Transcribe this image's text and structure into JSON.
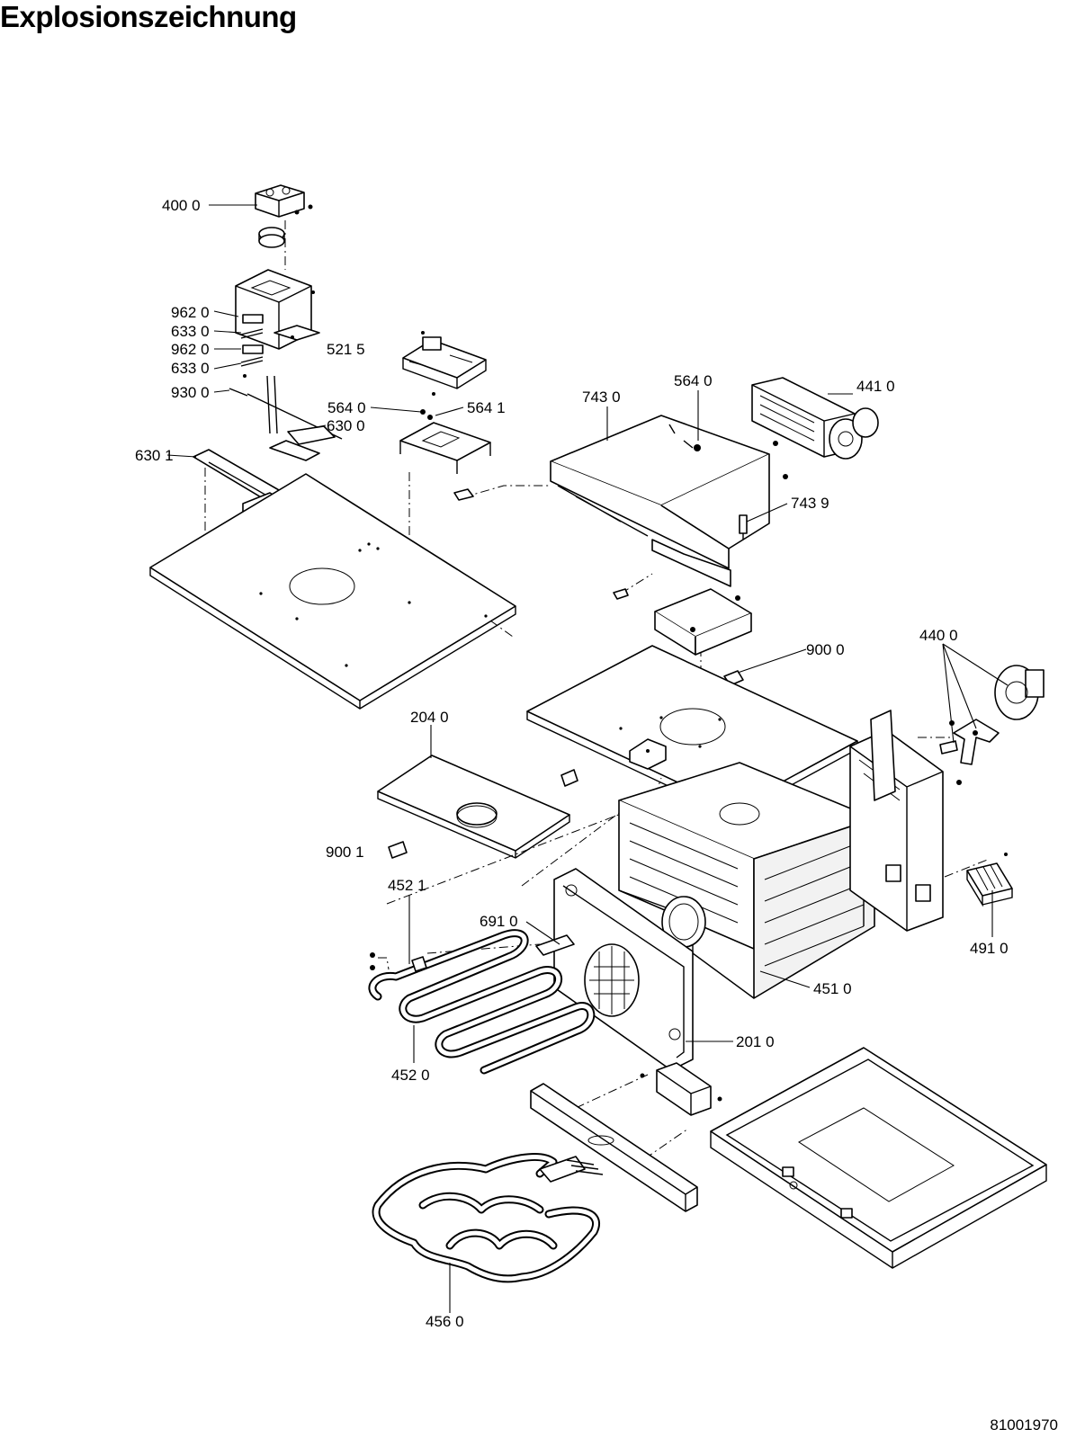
{
  "page": {
    "title": "Explosionszeichnung",
    "doc_number": "81001970"
  },
  "parts": [
    {
      "id": "p4000",
      "label": "400 0"
    },
    {
      "id": "p9620a",
      "label": "962 0"
    },
    {
      "id": "p6330a",
      "label": "633 0"
    },
    {
      "id": "p9620b",
      "label": "962 0"
    },
    {
      "id": "p6330b",
      "label": "633 0"
    },
    {
      "id": "p5215",
      "label": "521 5"
    },
    {
      "id": "p9300",
      "label": "930 0"
    },
    {
      "id": "p5640a",
      "label": "564 0"
    },
    {
      "id": "p5641",
      "label": "564 1"
    },
    {
      "id": "p6300",
      "label": "630 0"
    },
    {
      "id": "p6301",
      "label": "630 1"
    },
    {
      "id": "p7430",
      "label": "743 0"
    },
    {
      "id": "p5640b",
      "label": "564 0"
    },
    {
      "id": "p4410",
      "label": "441 0"
    },
    {
      "id": "p7439",
      "label": "743 9"
    },
    {
      "id": "p9000",
      "label": "900 0"
    },
    {
      "id": "p4400",
      "label": "440 0"
    },
    {
      "id": "p2040",
      "label": "204 0"
    },
    {
      "id": "p9001",
      "label": "900 1"
    },
    {
      "id": "p4521",
      "label": "452 1"
    },
    {
      "id": "p6910",
      "label": "691 0"
    },
    {
      "id": "p4910",
      "label": "491 0"
    },
    {
      "id": "p4510",
      "label": "451 0"
    },
    {
      "id": "p2010",
      "label": "201 0"
    },
    {
      "id": "p4520",
      "label": "452 0"
    },
    {
      "id": "p4560",
      "label": "456 0"
    }
  ]
}
